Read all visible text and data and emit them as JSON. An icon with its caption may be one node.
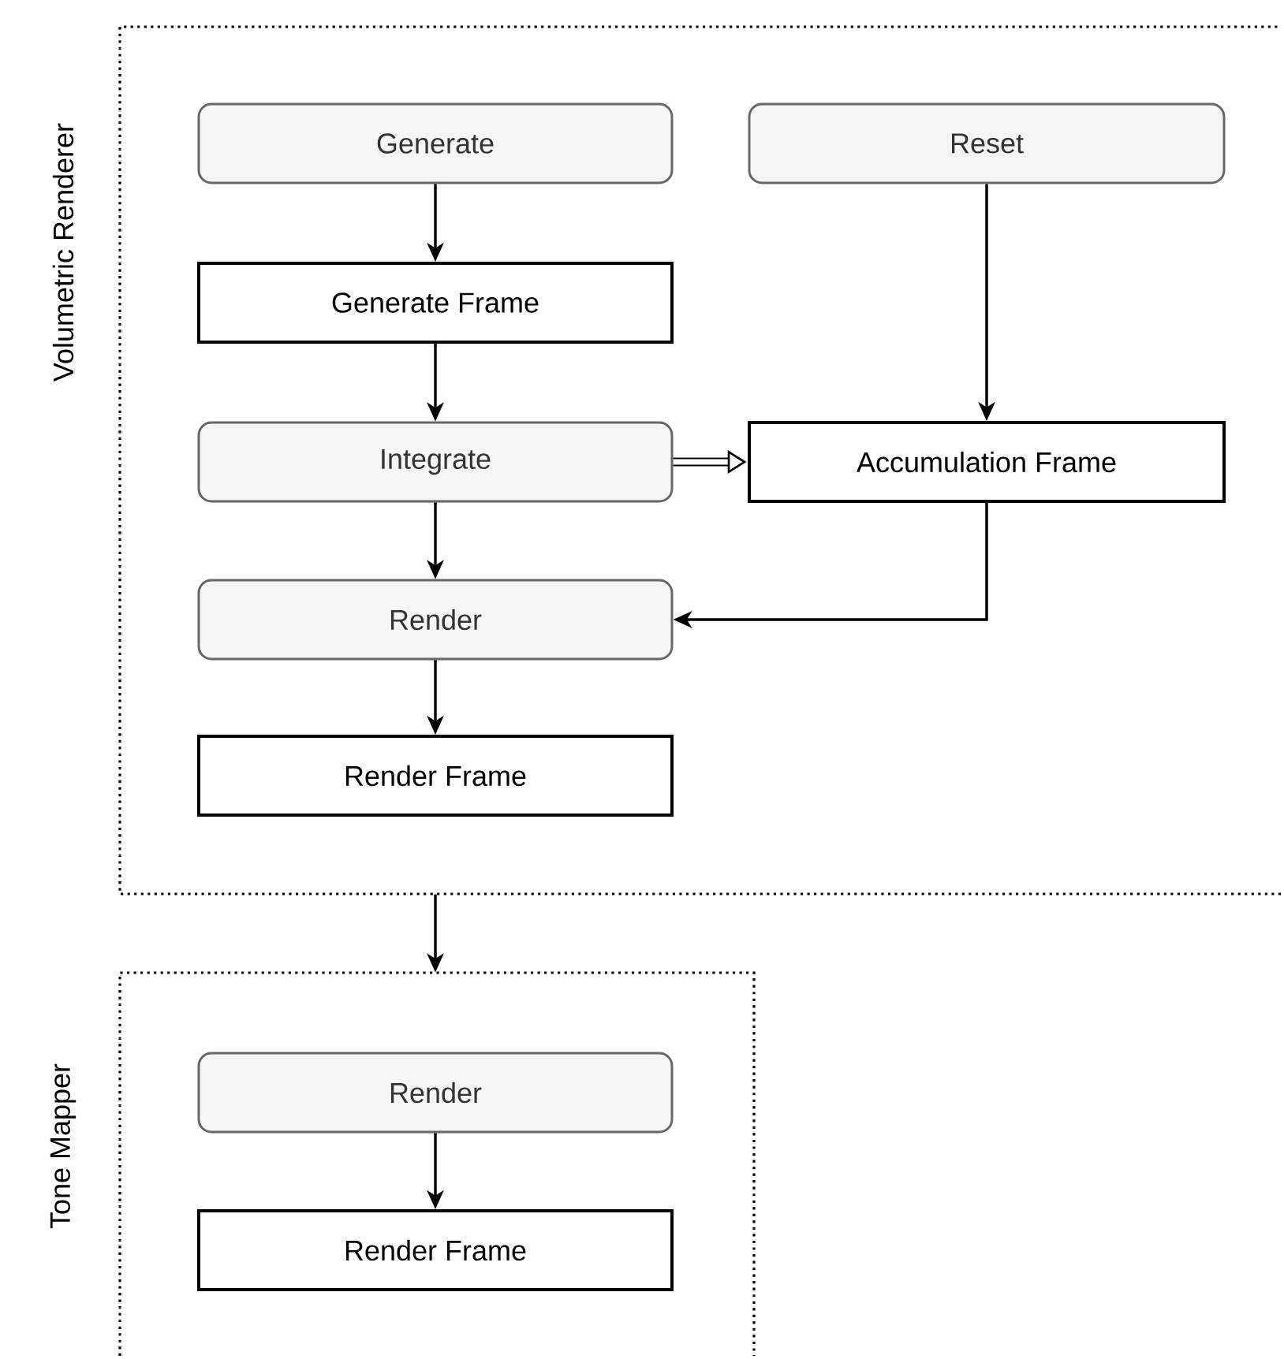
{
  "diagram": {
    "nodes": [
      {
        "text": [
          "Volumetric Renderer"
        ]
      },
      {
        "text": [
          "Generate"
        ],
        "in": 0
      },
      {
        "text": [
          "Reset"
        ],
        "in": 0
      },
      {
        "text": [
          "Generate Frame"
        ],
        "in": 0
      },
      {
        "text": [
          "Integrate"
        ],
        "in": 0
      },
      {
        "text": [
          "Accumulation Frame"
        ],
        "in": 0
      },
      {
        "text": [
          "Render"
        ],
        "in": 0
      },
      {
        "text": [
          "Render Frame"
        ],
        "in": 0
      },
      {
        "text": [
          "Tone Mapper"
        ]
      },
      {
        "text": [
          "Render"
        ],
        "in": 8
      },
      {
        "text": [
          "Render Frame"
        ],
        "in": 8
      }
    ],
    "edges": [
      {
        "from": 1,
        "to": 3,
        "arrow": "to"
      },
      {
        "from": 3,
        "to": 4,
        "arrow": "to"
      },
      {
        "from": 2,
        "to": 5,
        "arrow": "to"
      },
      {
        "from": 4,
        "to": 5,
        "arrow": "to",
        "style": "thick"
      },
      {
        "from": 4,
        "to": 6,
        "arrow": "to"
      },
      {
        "from": 5,
        "to": 6,
        "arrow": "to"
      },
      {
        "from": 6,
        "to": 7,
        "arrow": "to"
      },
      {
        "from": 0,
        "to": 8,
        "arrow": "to"
      },
      {
        "from": 9,
        "to": 10,
        "arrow": "to"
      }
    ]
  }
}
